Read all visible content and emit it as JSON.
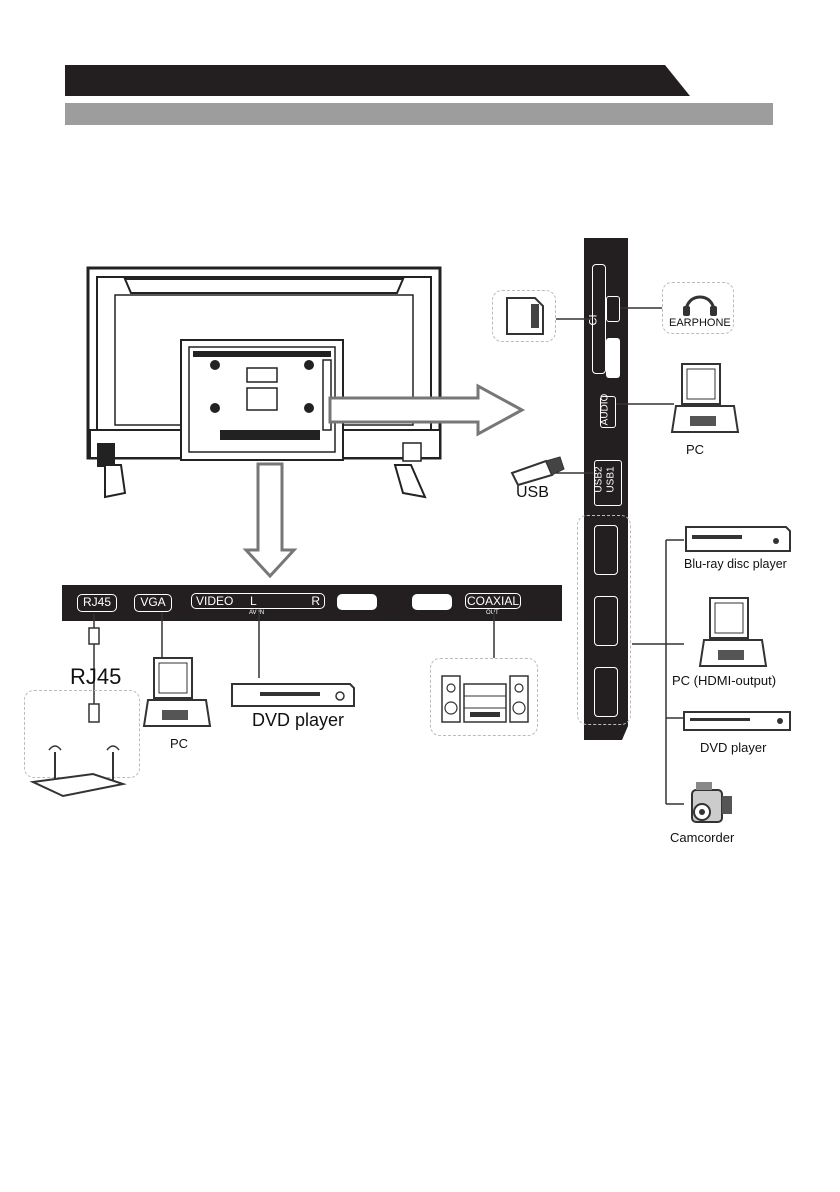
{
  "bottom_panel": {
    "rj45_port": "RJ45",
    "vga_port": "VGA",
    "av_video": "VIDEO",
    "av_l": "L",
    "av_r": "R",
    "av_in": "AV IN",
    "coaxial": "COAXIAL",
    "coaxial_out": "OUT"
  },
  "side_panel": {
    "ci": "CI",
    "audio": "AUDIO",
    "usb2": "USB2",
    "usb1": "USB1"
  },
  "devices": {
    "earphone": "EARPHONE",
    "pc_audio": "PC",
    "usb": "USB",
    "bluray": "Blu-ray disc player",
    "pc_hdmi": "PC (HDMI-output)",
    "dvd_side": "DVD player",
    "camcorder": "Camcorder",
    "rj45": "RJ45",
    "pc_vga": "PC",
    "dvd_av": "DVD player"
  }
}
